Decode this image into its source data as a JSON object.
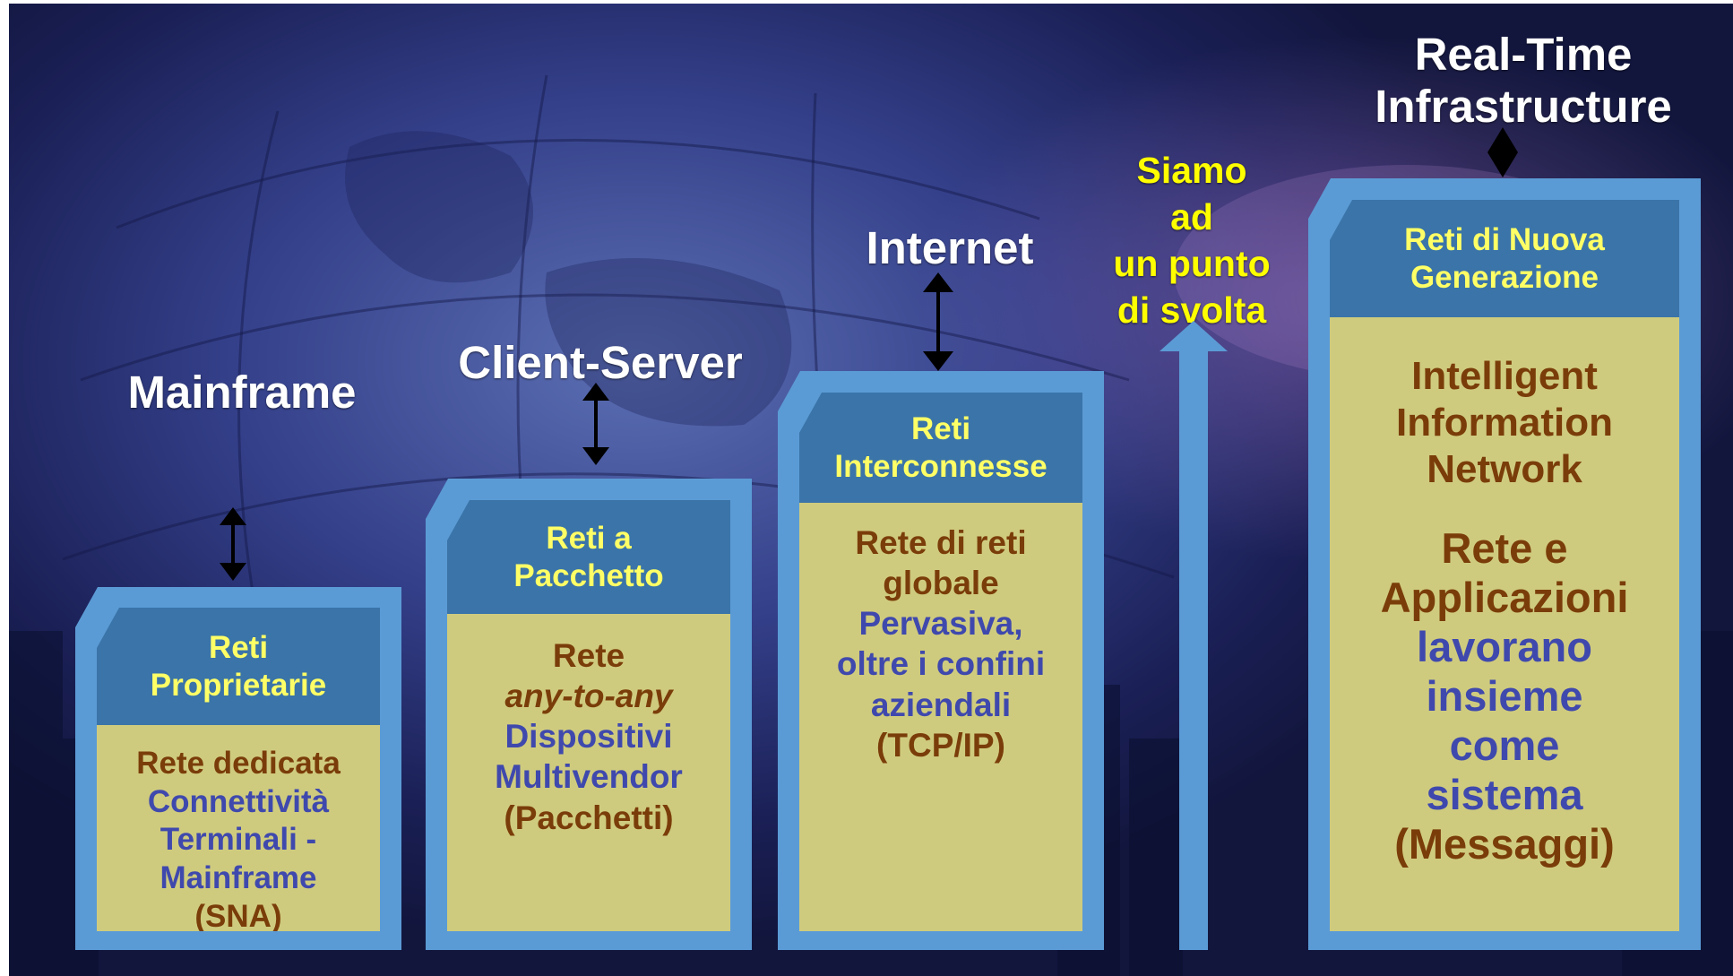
{
  "headers": {
    "mainframe": "Mainframe",
    "client_server": "Client-Server",
    "internet": "Internet",
    "rti_line1": "Real-Time",
    "rti_line2": "Infrastructure"
  },
  "turning_point": [
    "Siamo",
    "ad",
    "un punto",
    "di svolta"
  ],
  "columns": [
    {
      "head": [
        "Reti",
        "Proprietarie"
      ],
      "body": [
        {
          "text": "Rete dedicata",
          "style": "brown"
        },
        {
          "text": "Connettività",
          "style": "blue"
        },
        {
          "text": "Terminali -",
          "style": "blue"
        },
        {
          "text": "Mainframe",
          "style": "blue"
        },
        {
          "text": "(SNA)",
          "style": "brown"
        }
      ]
    },
    {
      "head": [
        "Reti a",
        "Pacchetto"
      ],
      "body": [
        {
          "text": "Rete",
          "style": "brown"
        },
        {
          "text": "any-to-any",
          "style": "brown ital"
        },
        {
          "text": "Dispositivi",
          "style": "blue"
        },
        {
          "text": "Multivendor",
          "style": "blue"
        },
        {
          "text": "(Pacchetti)",
          "style": "brown"
        }
      ]
    },
    {
      "head": [
        "Reti",
        "Interconnesse"
      ],
      "body": [
        {
          "text": "Rete di reti",
          "style": "brown"
        },
        {
          "text": "globale",
          "style": "brown"
        },
        {
          "text": "Pervasiva,",
          "style": "blue"
        },
        {
          "text": "oltre i confini",
          "style": "blue"
        },
        {
          "text": "aziendali",
          "style": "blue"
        },
        {
          "text": "(TCP/IP)",
          "style": "brown"
        }
      ]
    },
    {
      "head": [
        "Reti di Nuova",
        "Generazione"
      ],
      "body": [
        {
          "text": "Intelligent",
          "style": "brown"
        },
        {
          "text": "Information",
          "style": "brown"
        },
        {
          "text": "Network",
          "style": "brown"
        },
        {
          "text": "Rete e",
          "style": "brown"
        },
        {
          "text": "Applicazioni",
          "style": "brown"
        },
        {
          "text": "lavorano",
          "style": "blue"
        },
        {
          "text": "insieme",
          "style": "blue"
        },
        {
          "text": "come",
          "style": "blue"
        },
        {
          "text": "sistema",
          "style": "blue"
        },
        {
          "text": "(Messaggi)",
          "style": "brown"
        }
      ]
    }
  ],
  "colors": {
    "column_frame": "#5b9bd5",
    "column_head": "#3a74a8",
    "head_text": "#ffff66",
    "body_fill": "#cfcb7e",
    "text_brown": "#7a3d0a",
    "text_blue": "#3f49ad",
    "highlight_yellow": "#ffff00"
  }
}
